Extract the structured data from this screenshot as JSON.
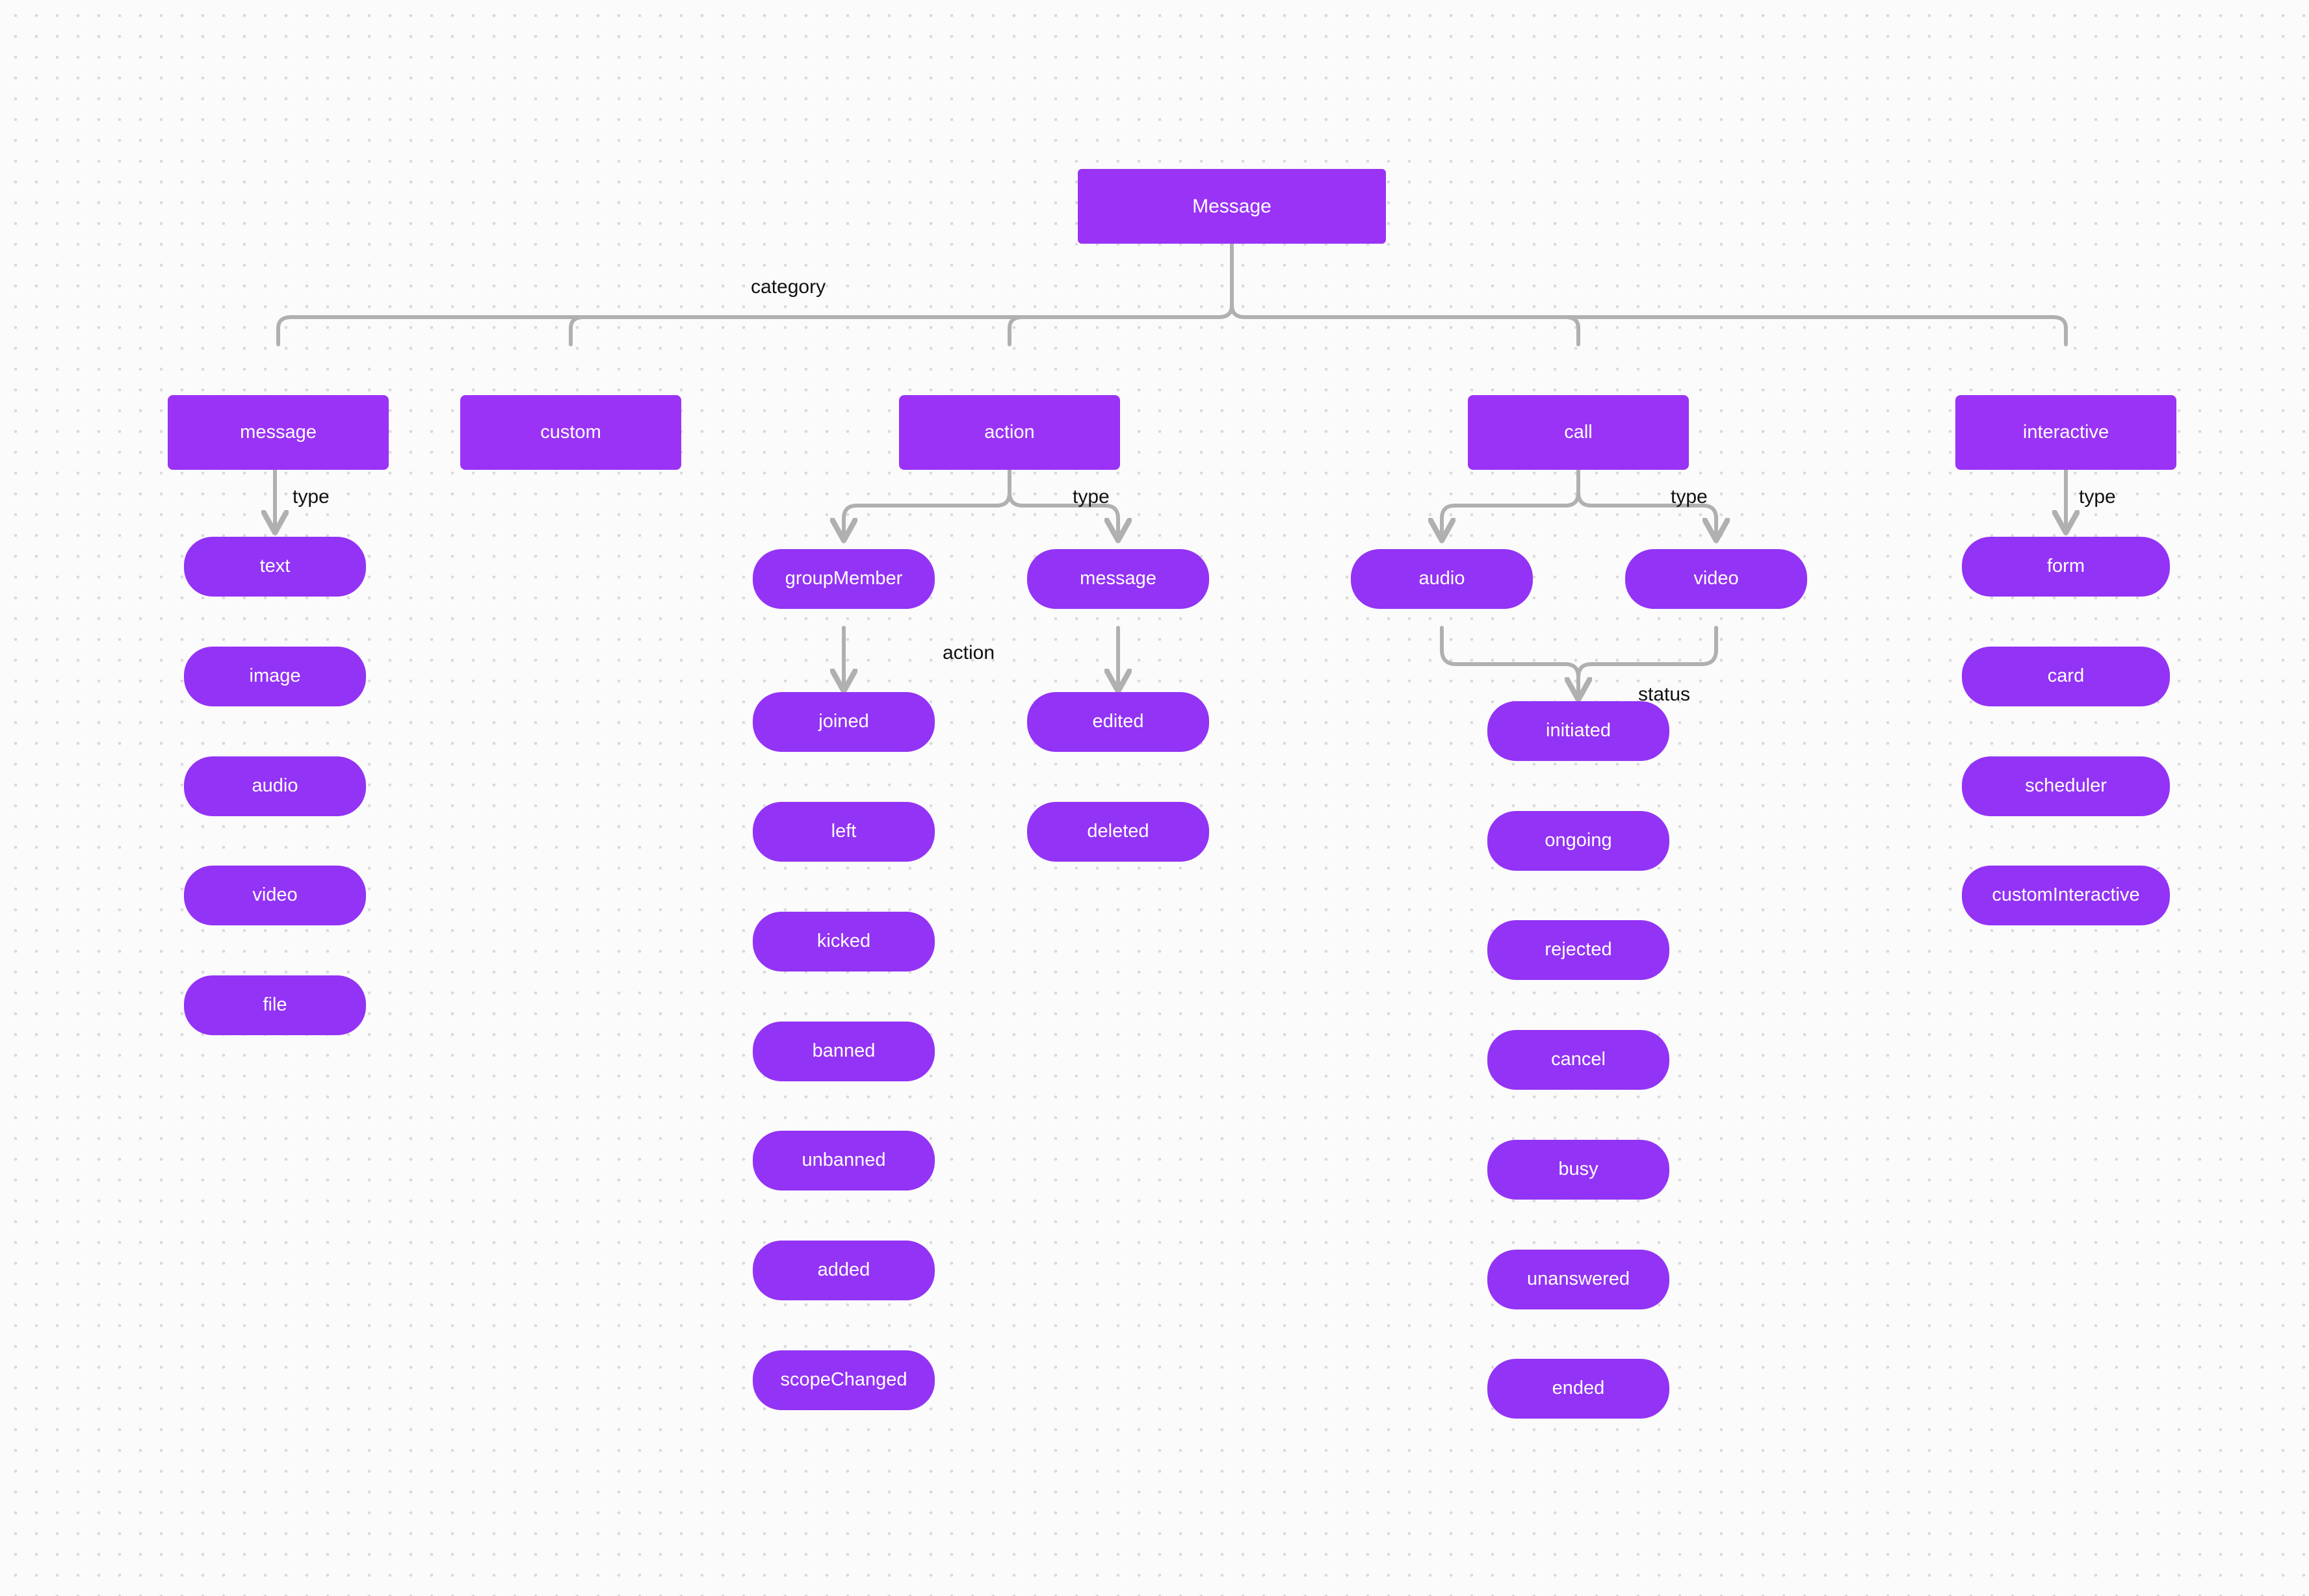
{
  "diagram": {
    "title": "Message",
    "colors": {
      "node_fill": "#9a33f5",
      "leaf_fill": "#9333f5",
      "node_text": "#ffffff",
      "edge_stroke": "#b0b0b0",
      "label_text": "#111111",
      "canvas_background": "#fbfbfb",
      "grid_dot": "#d9d9d9"
    },
    "root": {
      "label": "Message"
    },
    "edge_labels": {
      "category": "category",
      "type": "type",
      "action": "action",
      "status": "status"
    },
    "categories": [
      {
        "id": "message",
        "label": "message"
      },
      {
        "id": "custom",
        "label": "custom"
      },
      {
        "id": "action",
        "label": "action"
      },
      {
        "id": "call",
        "label": "call"
      },
      {
        "id": "interactive",
        "label": "interactive"
      }
    ],
    "groups": {
      "message_types": {
        "edge_label": "type",
        "items": [
          {
            "label": "text"
          },
          {
            "label": "image"
          },
          {
            "label": "audio"
          },
          {
            "label": "video"
          },
          {
            "label": "file"
          }
        ]
      },
      "action_types": {
        "edge_label": "type",
        "items": [
          {
            "label": "groupMember"
          },
          {
            "label": "message"
          }
        ]
      },
      "group_member_actions": {
        "edge_label": "action",
        "items": [
          {
            "label": "joined"
          },
          {
            "label": "left"
          },
          {
            "label": "kicked"
          },
          {
            "label": "banned"
          },
          {
            "label": "unbanned"
          },
          {
            "label": "added"
          },
          {
            "label": "scopeChanged"
          }
        ]
      },
      "message_actions": {
        "edge_label": "action",
        "items": [
          {
            "label": "edited"
          },
          {
            "label": "deleted"
          }
        ]
      },
      "call_types": {
        "edge_label": "type",
        "items": [
          {
            "label": "audio"
          },
          {
            "label": "video"
          }
        ]
      },
      "call_statuses": {
        "edge_label": "status",
        "items": [
          {
            "label": "initiated"
          },
          {
            "label": "ongoing"
          },
          {
            "label": "rejected"
          },
          {
            "label": "cancel"
          },
          {
            "label": "busy"
          },
          {
            "label": "unanswered"
          },
          {
            "label": "ended"
          }
        ]
      },
      "interactive_types": {
        "edge_label": "type",
        "items": [
          {
            "label": "form"
          },
          {
            "label": "card"
          },
          {
            "label": "scheduler"
          },
          {
            "label": "customInteractive"
          }
        ]
      }
    }
  }
}
